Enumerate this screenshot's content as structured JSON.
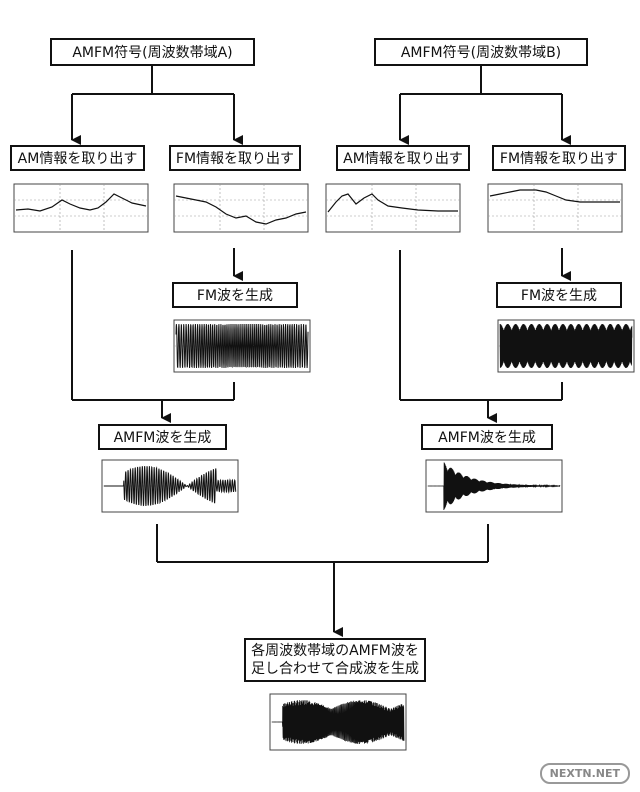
{
  "boxes": {
    "source_a": "AMFM符号(周波数帯域A)",
    "source_b": "AMFM符号(周波数帯域B)",
    "am_extract_a": "AM情報を取り出す",
    "fm_extract_a": "FM情報を取り出す",
    "am_extract_b": "AM情報を取り出す",
    "fm_extract_b": "FM情報を取り出す",
    "fm_gen_a": "FM波を生成",
    "fm_gen_b": "FM波を生成",
    "amfm_gen_a": "AMFM波を生成",
    "amfm_gen_b": "AMFM波を生成",
    "combine_line1": "各周波数帯域のAMFM波を",
    "combine_line2": "足し合わせて合成波を生成"
  },
  "watermark": "NEXTN.NET"
}
